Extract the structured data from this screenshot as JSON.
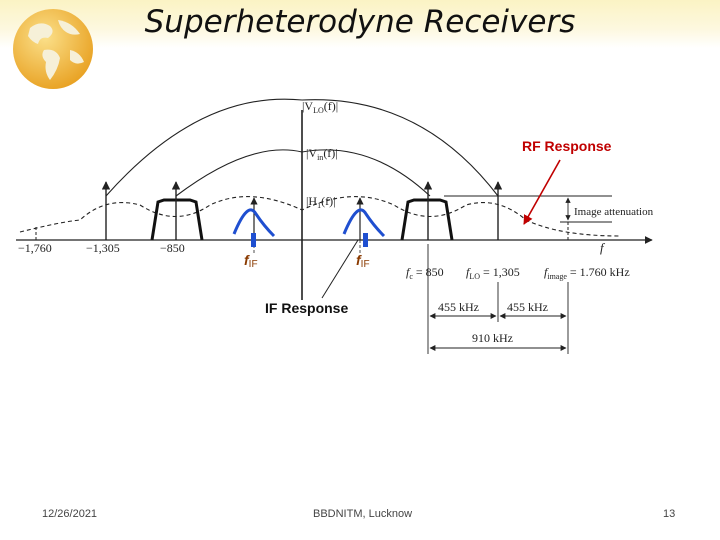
{
  "slide": {
    "title": "Superheterodyne Receivers",
    "date": "12/26/2021",
    "institution": "BBDNITM, Lucknow",
    "page_number": "13"
  },
  "diagram": {
    "curve_labels": {
      "vlo": "|V",
      "vlo_sub": "LO",
      "vlo_tail": "(f)|",
      "vin": "|V",
      "vin_sub": "in",
      "vin_tail": "(f)|",
      "h1": "|H",
      "h1_sub": "1",
      "h1_tail": "(f)|"
    },
    "axis_variable": "f",
    "negative_ticks": [
      "−1,760",
      "−1,305",
      "−850"
    ],
    "frequency_labels": {
      "fc": "f",
      "fc_sub": "c",
      "fc_val": " = 850",
      "flo": "f",
      "flo_sub": "LO",
      "flo_val": " = 1,305",
      "fimage": "f",
      "fimage_sub": "image",
      "fimage_val": " = 1.760 kHz"
    },
    "spacings": [
      "455 kHz",
      "455 kHz",
      "910 kHz"
    ],
    "image_attenuation": "Image attenuation",
    "annotations": {
      "rf_response": "RF Response",
      "if_response": "IF Response",
      "fif_main": "f",
      "fif_sub": "IF"
    },
    "colors": {
      "annotation_red": "#c00000",
      "if_blue": "#1f4fd0"
    }
  }
}
